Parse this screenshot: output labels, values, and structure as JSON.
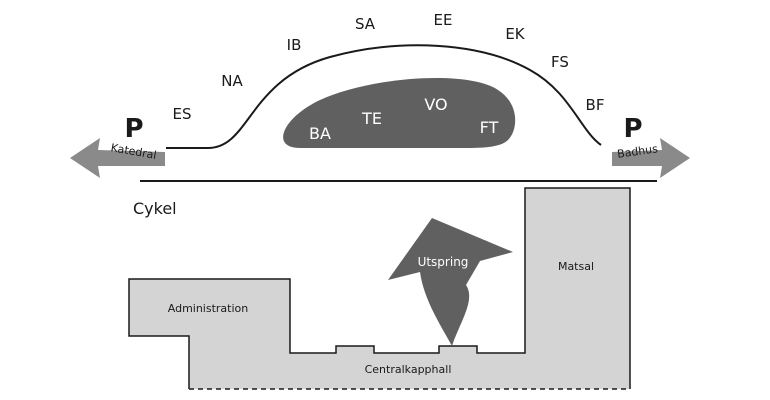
{
  "stations_outer": [
    "ES",
    "NA",
    "IB",
    "SA",
    "EE",
    "EK",
    "FS",
    "BF"
  ],
  "stations_inner": [
    "BA",
    "TE",
    "VO",
    "FT"
  ],
  "parking_left": {
    "symbol": "P",
    "label": "Katedral"
  },
  "parking_right": {
    "symbol": "P",
    "label": "Badhus"
  },
  "cycle_label": "Cykel",
  "buildings": {
    "admin": "Administration",
    "central": "Centralkapphall",
    "dining": "Matsal"
  },
  "outlet_label": "Utspring",
  "colors": {
    "dark_shape": "#606060",
    "building_fill": "#d4d4d4",
    "arrow_fill": "#8a8a8a",
    "stroke": "#1a1a1a"
  }
}
